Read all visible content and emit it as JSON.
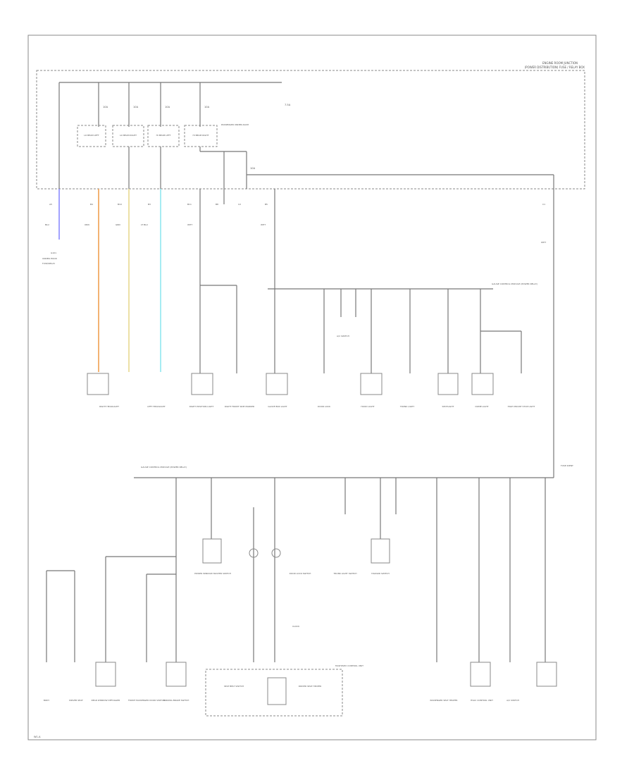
{
  "header": {
    "line1": "ENGINE ROOM JUNCTION",
    "line2": "(POWER DISTRIBUTION) FUSE / RELAY BOX"
  },
  "top_box": {
    "fuse_labels": [
      "10A",
      "10A",
      "10A",
      "10A"
    ],
    "module_labels": [
      "LO BEAM LEFT",
      "LO BEAM RIGHT",
      "HI BEAM LEFT",
      "HI BEAM RIGHT"
    ],
    "side_label": "PASSENGER UNDER-DASH",
    "upper_fuse": "7.5A",
    "lower_fuse": "10A"
  },
  "connector_pins": [
    "A5",
    "B4",
    "B10",
    "B3",
    "B11",
    "B8",
    "C2",
    "B5",
    "C1"
  ],
  "wire_colors_top": [
    "BLU",
    "ORN",
    "GRN",
    "LT BLU",
    "WHT",
    "WHT",
    "WHT"
  ],
  "ground_note": "G101",
  "upper_bus_label": "GAUGE CONTROL MODULE (POWER RELAY)",
  "upper_loads": [
    "RIGHT HEADLIGHT",
    "LEFT HEADLIGHT",
    "RIGHT POSITION LIGHT",
    "RIGHT FRONT SIDE MARKER",
    "GLOVE BOX LIGHT",
    "DOOR LOCK",
    "HOOD LIGHT",
    "TRUNK LIGHT",
    "SPOTLIGHT",
    "DOME LIGHT",
    "HIGH MOUNT STOP LIGHT"
  ],
  "mid_splice": "A/C SWITCH",
  "bus_bottom_label": "GAUGE CONTROL MODULE (POWER RELAY)",
  "right_label": "FUSE IDENT",
  "lower_loads": [
    "BODY",
    "DRIVER SEAT",
    "REAR WINDOW DEFOGGER",
    "FRONT PASSENGER DOOR SWITCH",
    "PARKING BRAKE SWITCH",
    "POWER WINDOW MASTER SWITCH",
    "DOOR LOCK SWITCH",
    "TRUNK LIGHT SWITCH",
    "HAZARD SWITCH",
    "CLOCK",
    "SEAT BELT SWITCH",
    "DRIVER SEAT HEATER",
    "PASSENGER SEAT HEATER",
    "HVAC CONTROL UNIT",
    "A/C SWITCH"
  ],
  "lower_bottom_label": "MULTIPLEX CONTROL UNIT",
  "footer_code": "W1-A"
}
